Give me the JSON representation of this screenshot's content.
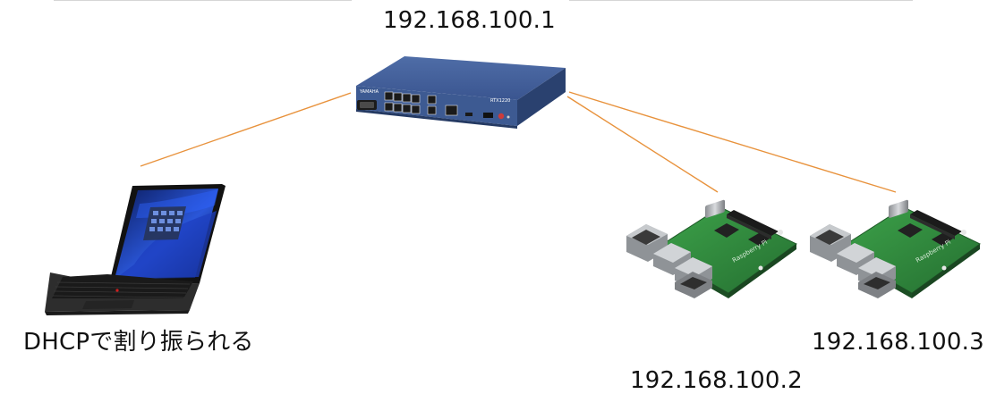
{
  "router": {
    "ip": "192.168.100.1",
    "brand": "YAMAHA",
    "model": "RTX1220"
  },
  "laptop": {
    "label": "DHCPで割り振られる"
  },
  "pi_left": {
    "ip": "192.168.100.2"
  },
  "pi_right": {
    "ip": "192.168.100.3"
  },
  "colors": {
    "link": "#e8923c",
    "router_body": "#3d5a92",
    "pcb": "#2e8a3c"
  },
  "icons": [
    "router-icon",
    "laptop-icon",
    "raspberry-pi-icon",
    "raspberry-pi-icon"
  ]
}
